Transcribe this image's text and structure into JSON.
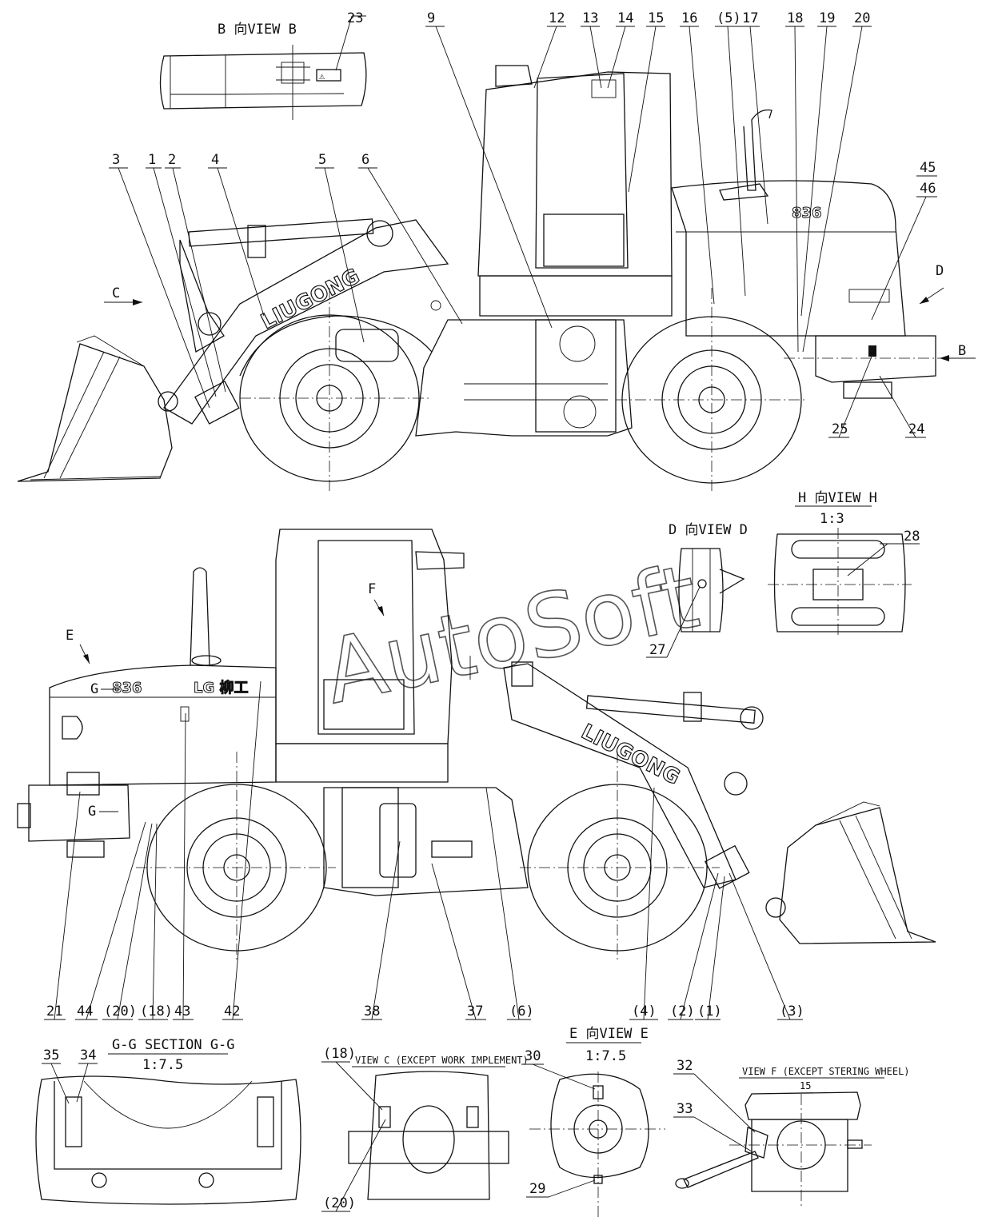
{
  "watermark": "AutoSoft",
  "brand": {
    "side_text": "LIUGONG",
    "model": "836",
    "hood_logo": "LG 柳工"
  },
  "views": {
    "view_b": "B 向VIEW B",
    "view_d": "D 向VIEW D",
    "view_h": "H 向VIEW H",
    "view_h_scale": "1:3",
    "view_e": "E 向VIEW E",
    "view_e_scale": "1:7.5",
    "section_g": "G-G SECTION G-G",
    "section_g_scale": "1:7.5",
    "view_c": "VIEW C (EXCEPT WORK IMPLEMENT)",
    "view_f": "VIEW F (EXCEPT STERING WHEEL)",
    "view_f_scale": "15"
  },
  "view_markers": {
    "b": "B",
    "c": "C",
    "d": "D",
    "e": "E",
    "f": "F",
    "g_upper": "G",
    "g_lower": "G"
  },
  "callouts_top": [
    "23",
    "9",
    "12",
    "13",
    "14",
    "15",
    "16",
    "(5)",
    "17",
    "18",
    "19",
    "20",
    "3",
    "1",
    "2",
    "4",
    "5",
    "6",
    "45",
    "46",
    "25",
    "24"
  ],
  "callouts_middle": [
    "28",
    "27"
  ],
  "callouts_bottom": [
    "21",
    "44",
    "(20)",
    "(18)",
    "43",
    "42",
    "38",
    "37",
    "(6)",
    "(4)",
    "(2)",
    "(1)",
    "(3)"
  ],
  "callouts_details": [
    "35",
    "34",
    "(18)",
    "(20)",
    "30",
    "29",
    "32",
    "33"
  ]
}
